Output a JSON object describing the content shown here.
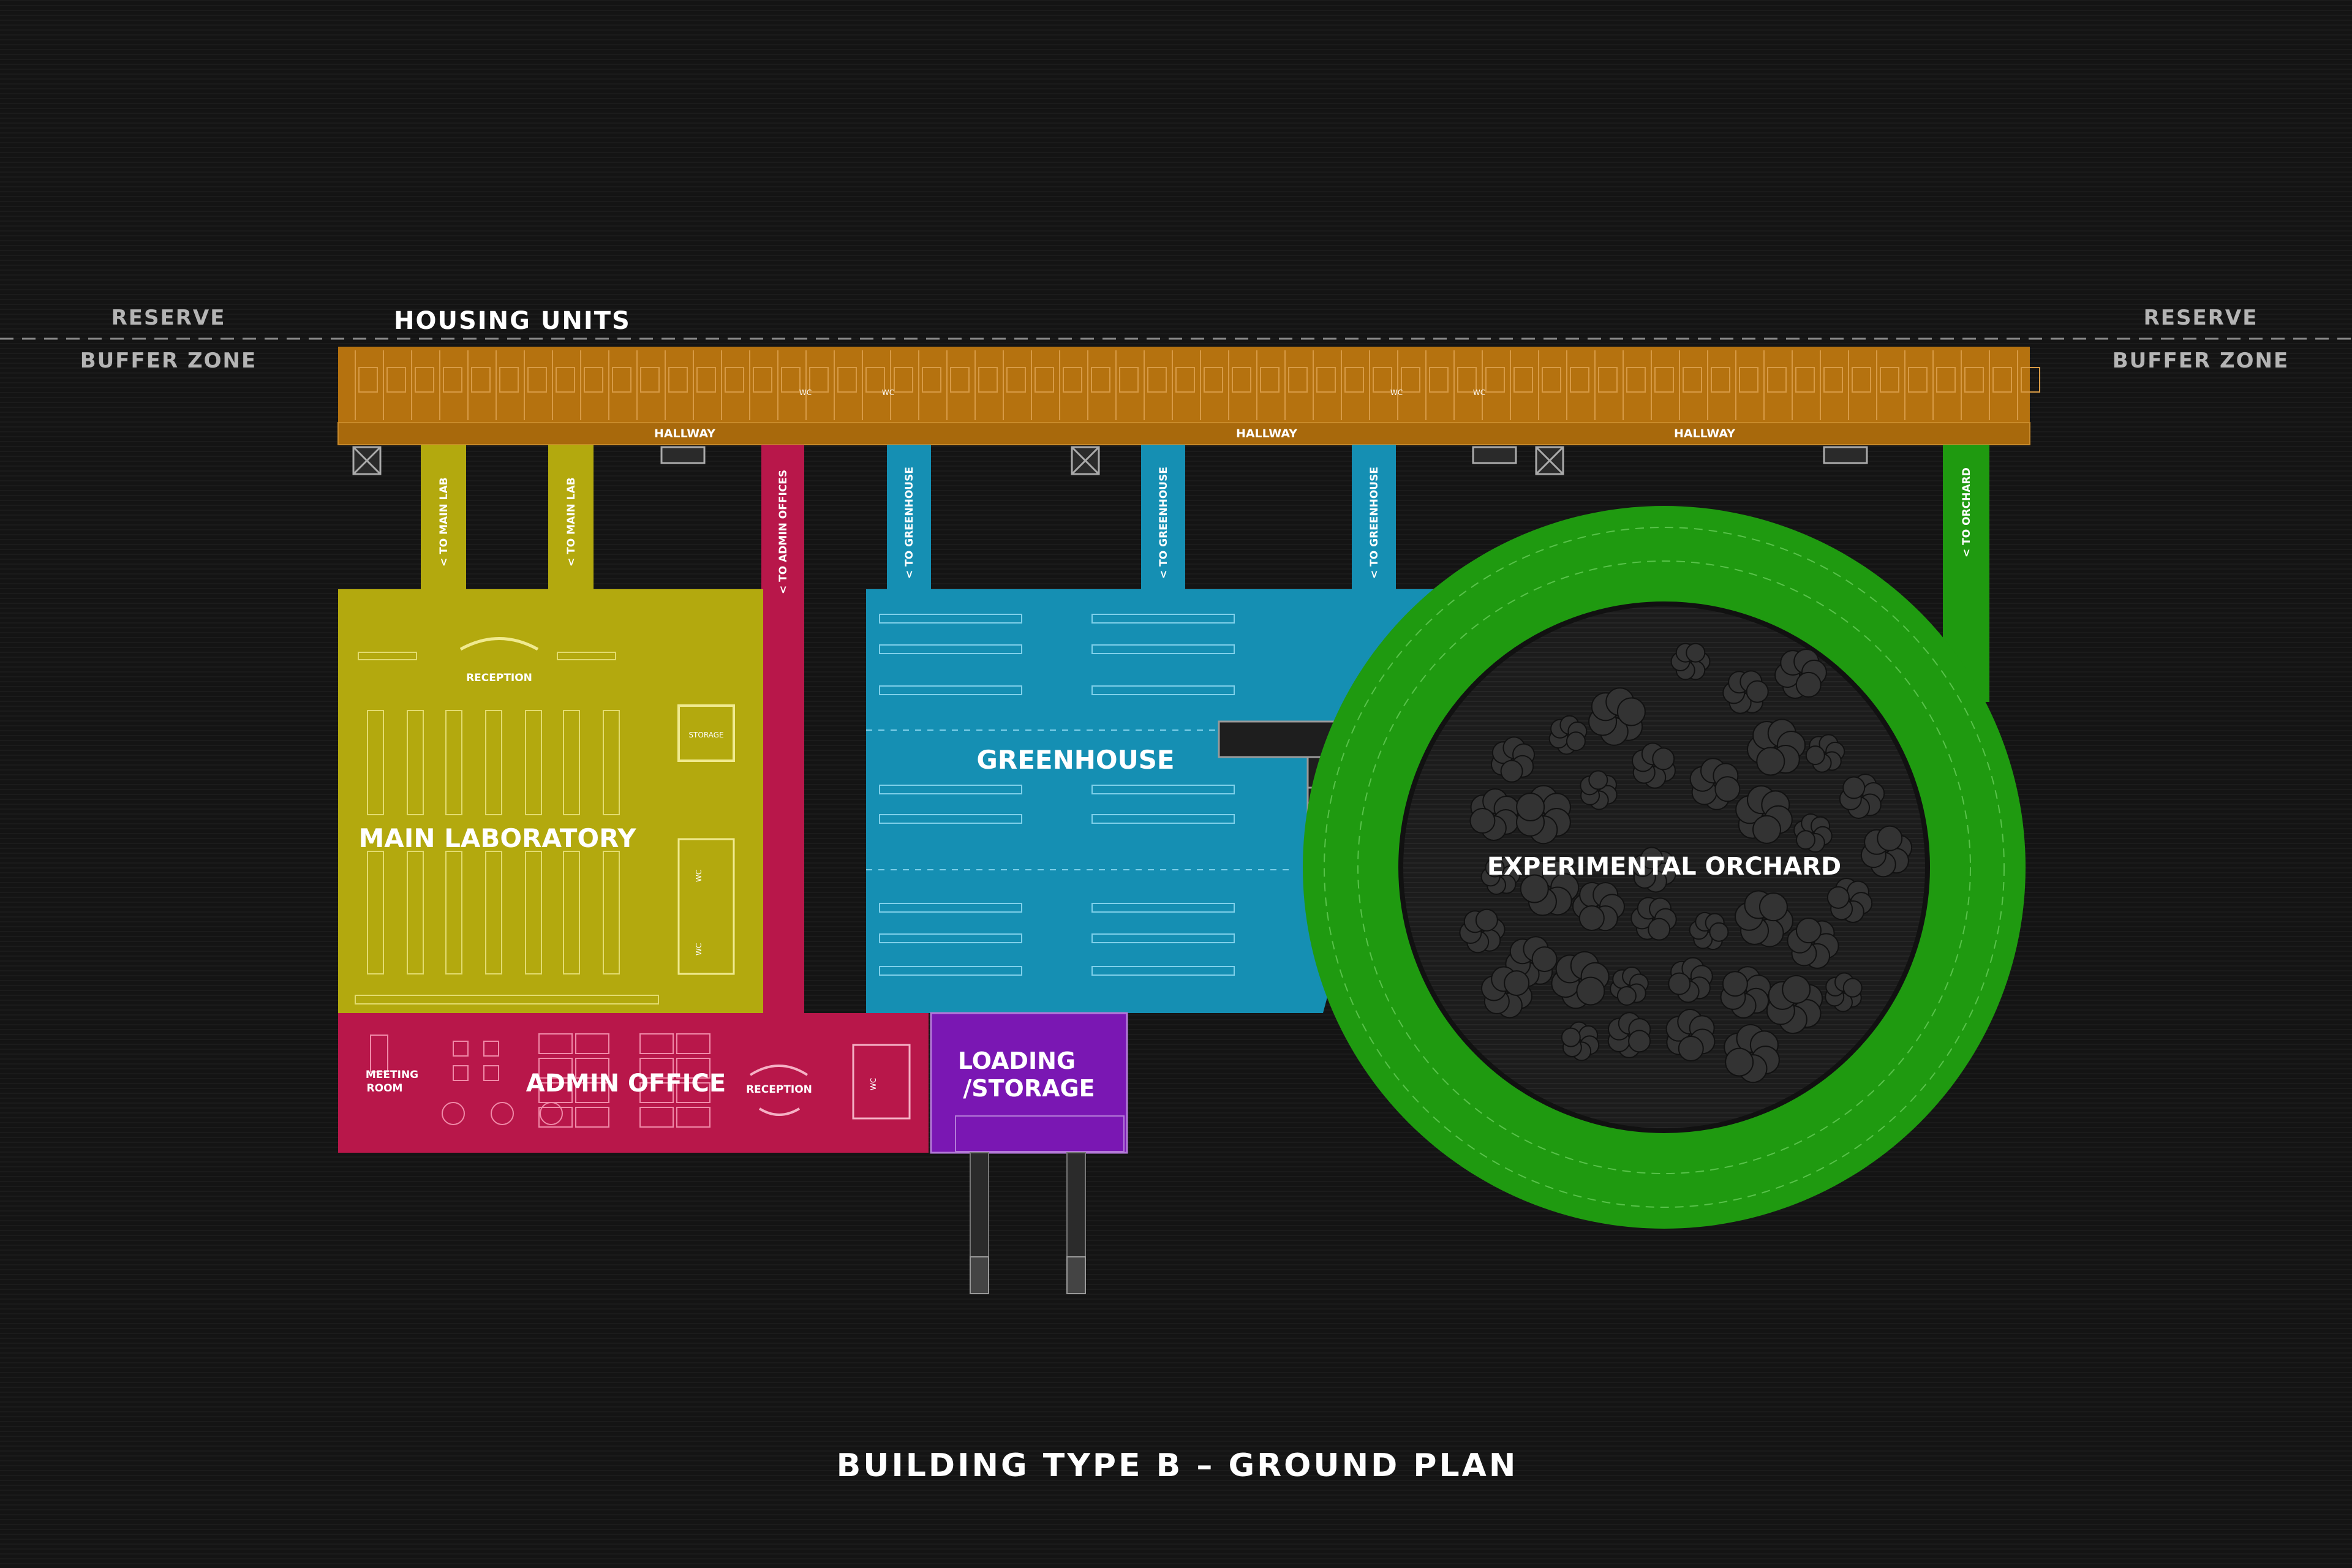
{
  "title": "BUILDING TYPE B – GROUND PLAN",
  "zones": {
    "left_top": "RESERVE",
    "left_bottom": "BUFFER ZONE",
    "right_top": "RESERVE",
    "right_bottom": "BUFFER ZONE"
  },
  "housing": {
    "label": "HOUSING UNITS",
    "hallway_labels": [
      "HALLWAY",
      "HALLWAY",
      "HALLWAY"
    ],
    "wc_label": "WC"
  },
  "corridors": {
    "to_main_lab_1": "< TO MAIN LAB",
    "to_main_lab_2": "< TO MAIN LAB",
    "to_admin_offices": "< TO ADMIN OFFICES",
    "to_greenhouse_1": "< TO GREENHOUSE",
    "to_greenhouse_2": "< TO GREENHOUSE",
    "to_greenhouse_3": "< TO GREENHOUSE",
    "to_orchard": "< TO ORCHARD"
  },
  "rooms": {
    "main_lab": "MAIN LABORATORY",
    "lab_reception": "RECEPTION",
    "lab_storage": "STORAGE",
    "lab_wc": "WC",
    "greenhouse": "GREENHOUSE",
    "orchard": "EXPERIMENTAL ORCHARD",
    "admin": "ADMIN OFFICE",
    "meeting_room_1": "MEETING",
    "meeting_room_2": "ROOM",
    "admin_reception": "RECEPTION",
    "admin_wc": "WC",
    "loading_1": "LOADING",
    "loading_2": "/STORAGE"
  },
  "colors": {
    "background": "#141414",
    "housing": "#b5720f",
    "lab": "#b3a90e",
    "admin": "#b8174a",
    "greenhouse": "#158fb3",
    "orchard_ring": "#1f9a10",
    "loading": "#7a17b3"
  }
}
